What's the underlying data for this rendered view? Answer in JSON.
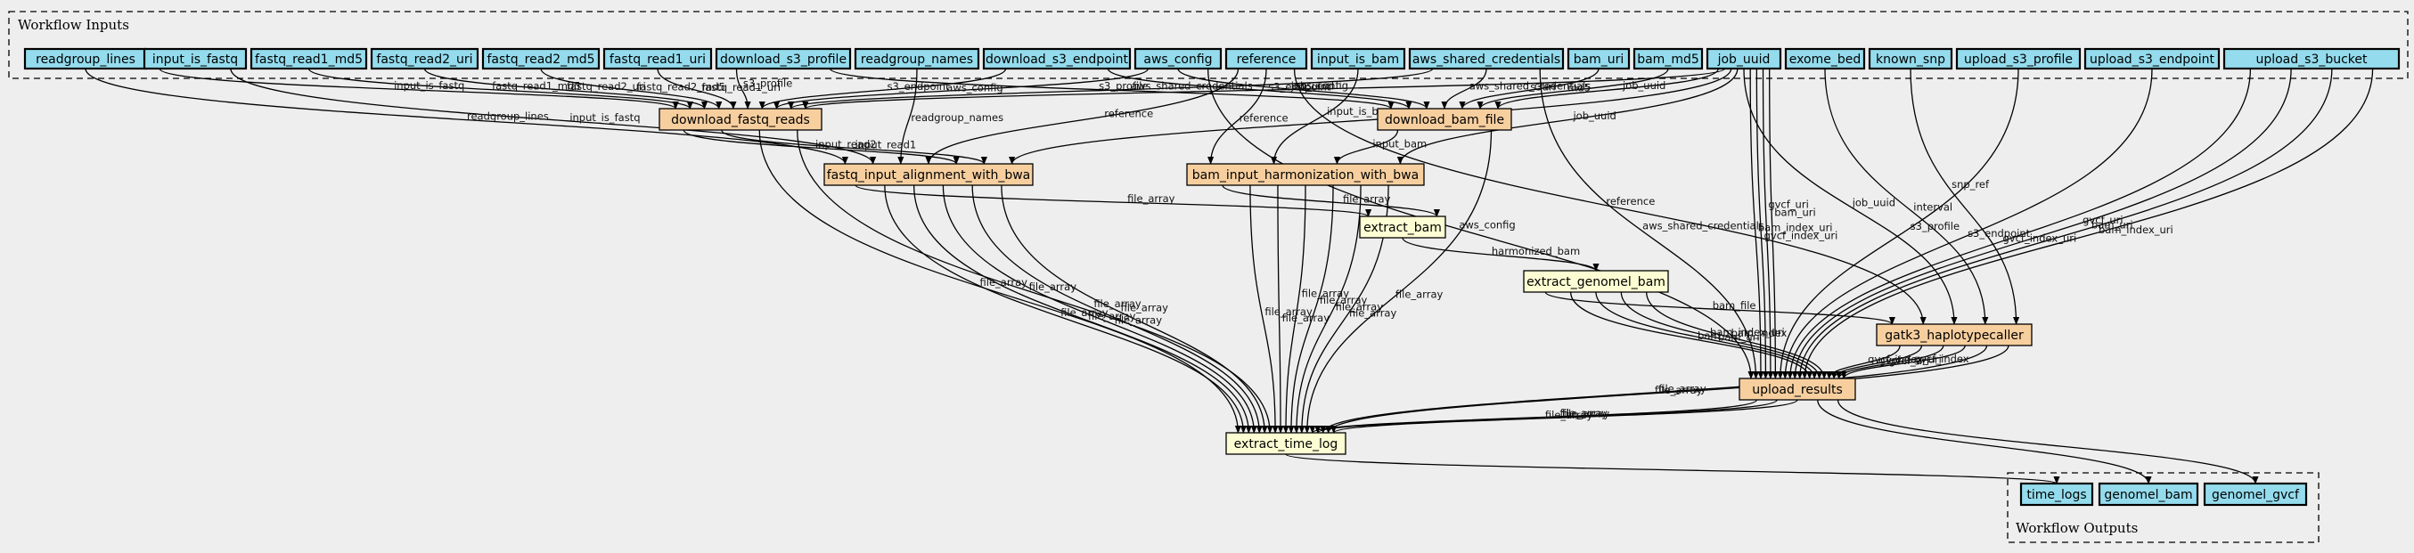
{
  "colors": {
    "background": "#eeeeee",
    "input": "#94dced",
    "step": "#f7cf9f",
    "tool": "#fdfdd3",
    "output": "#94dced"
  },
  "clusters": {
    "inputs": "Workflow Inputs",
    "outputs": "Workflow Outputs"
  },
  "nodes": [
    {
      "id": "readgroup_lines",
      "label": "readgroup_lines",
      "kind": "input"
    },
    {
      "id": "input_is_fastq",
      "label": "input_is_fastq",
      "kind": "input"
    },
    {
      "id": "fastq_read1_md5",
      "label": "fastq_read1_md5",
      "kind": "input"
    },
    {
      "id": "fastq_read2_uri",
      "label": "fastq_read2_uri",
      "kind": "input"
    },
    {
      "id": "fastq_read2_md5",
      "label": "fastq_read2_md5",
      "kind": "input"
    },
    {
      "id": "fastq_read1_uri",
      "label": "fastq_read1_uri",
      "kind": "input"
    },
    {
      "id": "download_s3_profile",
      "label": "download_s3_profile",
      "kind": "input"
    },
    {
      "id": "readgroup_names",
      "label": "readgroup_names",
      "kind": "input"
    },
    {
      "id": "download_s3_endpoint",
      "label": "download_s3_endpoint",
      "kind": "input"
    },
    {
      "id": "aws_config",
      "label": "aws_config",
      "kind": "input"
    },
    {
      "id": "reference",
      "label": "reference",
      "kind": "input"
    },
    {
      "id": "input_is_bam",
      "label": "input_is_bam",
      "kind": "input"
    },
    {
      "id": "aws_shared_credentials",
      "label": "aws_shared_credentials",
      "kind": "input"
    },
    {
      "id": "bam_uri",
      "label": "bam_uri",
      "kind": "input"
    },
    {
      "id": "bam_md5",
      "label": "bam_md5",
      "kind": "input"
    },
    {
      "id": "job_uuid",
      "label": "job_uuid",
      "kind": "input"
    },
    {
      "id": "exome_bed",
      "label": "exome_bed",
      "kind": "input"
    },
    {
      "id": "known_snp",
      "label": "known_snp",
      "kind": "input"
    },
    {
      "id": "upload_s3_profile",
      "label": "upload_s3_profile",
      "kind": "input"
    },
    {
      "id": "upload_s3_endpoint",
      "label": "upload_s3_endpoint",
      "kind": "input"
    },
    {
      "id": "upload_s3_bucket",
      "label": "upload_s3_bucket",
      "kind": "input"
    },
    {
      "id": "download_fastq_reads",
      "label": "download_fastq_reads",
      "kind": "step"
    },
    {
      "id": "download_bam_file",
      "label": "download_bam_file",
      "kind": "step"
    },
    {
      "id": "fastq_input_alignment_with_bwa",
      "label": "fastq_input_alignment_with_bwa",
      "kind": "step"
    },
    {
      "id": "bam_input_harmonization_with_bwa",
      "label": "bam_input_harmonization_with_bwa",
      "kind": "step"
    },
    {
      "id": "extract_bam",
      "label": "extract_bam",
      "kind": "tool"
    },
    {
      "id": "extract_genomel_bam",
      "label": "extract_genomel_bam",
      "kind": "tool"
    },
    {
      "id": "gatk3_haplotypecaller",
      "label": "gatk3_haplotypecaller",
      "kind": "step"
    },
    {
      "id": "upload_results",
      "label": "upload_results",
      "kind": "step"
    },
    {
      "id": "extract_time_log",
      "label": "extract_time_log",
      "kind": "tool"
    },
    {
      "id": "time_logs",
      "label": "time_logs",
      "kind": "output"
    },
    {
      "id": "genomel_bam",
      "label": "genomel_bam",
      "kind": "output"
    },
    {
      "id": "genomel_gvcf",
      "label": "genomel_gvcf",
      "kind": "output"
    }
  ],
  "edges": [
    {
      "from": "input_is_fastq",
      "to": "download_fastq_reads",
      "label": "input_is_fastq"
    },
    {
      "from": "fastq_read1_md5",
      "to": "download_fastq_reads",
      "label": "fastq_read1_md5"
    },
    {
      "from": "fastq_read2_uri",
      "to": "download_fastq_reads",
      "label": "fastq_read2_uri"
    },
    {
      "from": "fastq_read2_md5",
      "to": "download_fastq_reads",
      "label": "fastq_read2_md5"
    },
    {
      "from": "fastq_read1_uri",
      "to": "download_fastq_reads",
      "label": "fastq_read1_uri"
    },
    {
      "from": "download_s3_profile",
      "to": "download_fastq_reads",
      "label": "s3_profile"
    },
    {
      "from": "download_s3_profile",
      "to": "download_bam_file",
      "label": "s3_profile"
    },
    {
      "from": "download_s3_endpoint",
      "to": "download_fastq_reads",
      "label": "s3_endpoint"
    },
    {
      "from": "download_s3_endpoint",
      "to": "download_bam_file",
      "label": "s3_endpoint"
    },
    {
      "from": "aws_config",
      "to": "download_fastq_reads",
      "label": "aws_config"
    },
    {
      "from": "aws_config",
      "to": "download_bam_file",
      "label": "aws_config"
    },
    {
      "from": "aws_shared_credentials",
      "to": "download_fastq_reads",
      "label": "aws_shared_credentials"
    },
    {
      "from": "aws_shared_credentials",
      "to": "download_bam_file",
      "label": "aws_shared_credentials"
    },
    {
      "from": "bam_uri",
      "to": "download_bam_file",
      "label": "s3uri"
    },
    {
      "from": "bam_md5",
      "to": "download_bam_file",
      "label": "md5"
    },
    {
      "from": "job_uuid",
      "to": "download_bam_file",
      "label": "job_uuid"
    },
    {
      "from": "job_uuid",
      "to": "download_fastq_reads",
      "label": "job_uuid"
    },
    {
      "from": "readgroup_lines",
      "to": "fastq_input_alignment_with_bwa",
      "label": "readgroup_lines"
    },
    {
      "from": "input_is_fastq",
      "to": "fastq_input_alignment_with_bwa",
      "label": "input_is_fastq"
    },
    {
      "from": "readgroup_names",
      "to": "fastq_input_alignment_with_bwa",
      "label": "readgroup_names"
    },
    {
      "from": "reference",
      "to": "fastq_input_alignment_with_bwa",
      "label": "reference"
    },
    {
      "from": "download_fastq_reads",
      "to": "fastq_input_alignment_with_bwa",
      "label": "input_read2"
    },
    {
      "from": "download_fastq_reads",
      "to": "fastq_input_alignment_with_bwa",
      "label": "input_read1"
    },
    {
      "from": "job_uuid",
      "to": "fastq_input_alignment_with_bwa",
      "label": ""
    },
    {
      "from": "reference",
      "to": "bam_input_harmonization_with_bwa",
      "label": "reference"
    },
    {
      "from": "input_is_bam",
      "to": "bam_input_harmonization_with_bwa",
      "label": "input_is_bam"
    },
    {
      "from": "download_bam_file",
      "to": "bam_input_harmonization_with_bwa",
      "label": "input_bam"
    },
    {
      "from": "job_uuid",
      "to": "bam_input_harmonization_with_bwa",
      "label": "job_uuid"
    },
    {
      "from": "fastq_input_alignment_with_bwa",
      "to": "extract_bam",
      "label": "file_array"
    },
    {
      "from": "bam_input_harmonization_with_bwa",
      "to": "extract_bam",
      "label": "file_array"
    },
    {
      "from": "extract_bam",
      "to": "extract_genomel_bam",
      "label": "harmonized_bam"
    },
    {
      "from": "extract_genomel_bam",
      "to": "gatk3_haplotypecaller",
      "label": "bam_file"
    },
    {
      "from": "reference",
      "to": "gatk3_haplotypecaller",
      "label": "reference"
    },
    {
      "from": "job_uuid",
      "to": "gatk3_haplotypecaller",
      "label": "job_uuid"
    },
    {
      "from": "exome_bed",
      "to": "gatk3_haplotypecaller",
      "label": "interval"
    },
    {
      "from": "known_snp",
      "to": "gatk3_haplotypecaller",
      "label": "snp_ref"
    },
    {
      "from": "aws_config",
      "to": "upload_results",
      "label": "aws_config"
    },
    {
      "from": "aws_shared_credentials",
      "to": "upload_results",
      "label": "aws_shared_credentials"
    },
    {
      "from": "job_uuid",
      "to": "upload_results",
      "label": "bam_index_uri"
    },
    {
      "from": "job_uuid",
      "to": "upload_results",
      "label": "gvcf_index_uri"
    },
    {
      "from": "job_uuid",
      "to": "upload_results",
      "label": "gvcf_uri"
    },
    {
      "from": "job_uuid",
      "to": "upload_results",
      "label": "bam_uri"
    },
    {
      "from": "upload_s3_profile",
      "to": "upload_results",
      "label": "s3_profile"
    },
    {
      "from": "upload_s3_endpoint",
      "to": "upload_results",
      "label": "s3_endpoint"
    },
    {
      "from": "upload_s3_bucket",
      "to": "upload_results",
      "label": "gvcf_index_uri"
    },
    {
      "from": "upload_s3_bucket",
      "to": "upload_results",
      "label": "gvcf_uri"
    },
    {
      "from": "upload_s3_bucket",
      "to": "upload_results",
      "label": "bam_uri"
    },
    {
      "from": "upload_s3_bucket",
      "to": "upload_results",
      "label": "bam_index_uri"
    },
    {
      "from": "extract_genomel_bam",
      "to": "upload_results",
      "label": "bam"
    },
    {
      "from": "extract_genomel_bam",
      "to": "upload_results",
      "label": "bam_uri"
    },
    {
      "from": "extract_genomel_bam",
      "to": "upload_results",
      "label": "bam_index_uri"
    },
    {
      "from": "extract_genomel_bam",
      "to": "upload_results",
      "label": "bam_index"
    },
    {
      "from": "gatk3_haplotypecaller",
      "to": "upload_results",
      "label": "gvcf_index_uri"
    },
    {
      "from": "gatk3_haplotypecaller",
      "to": "upload_results",
      "label": "gvcf"
    },
    {
      "from": "gatk3_haplotypecaller",
      "to": "upload_results",
      "label": "gvcf_uri"
    },
    {
      "from": "gatk3_haplotypecaller",
      "to": "upload_results",
      "label": "gvcf_index"
    },
    {
      "from": "download_fastq_reads",
      "to": "extract_time_log",
      "label": "file_array"
    },
    {
      "from": "fastq_input_alignment_with_bwa",
      "to": "extract_time_log",
      "label": "file_array"
    },
    {
      "from": "fastq_input_alignment_with_bwa",
      "to": "extract_time_log",
      "label": "file_array"
    },
    {
      "from": "fastq_input_alignment_with_bwa",
      "to": "extract_time_log",
      "label": "file_array"
    },
    {
      "from": "fastq_input_alignment_with_bwa",
      "to": "extract_time_log",
      "label": "file_array"
    },
    {
      "from": "fastq_input_alignment_with_bwa",
      "to": "extract_time_log",
      "label": "file_array"
    },
    {
      "from": "download_fastq_reads",
      "to": "extract_time_log",
      "label": "file_array"
    },
    {
      "from": "bam_input_harmonization_with_bwa",
      "to": "extract_time_log",
      "label": "file_array"
    },
    {
      "from": "bam_input_harmonization_with_bwa",
      "to": "extract_time_log",
      "label": "file_array"
    },
    {
      "from": "bam_input_harmonization_with_bwa",
      "to": "extract_time_log",
      "label": "file_array"
    },
    {
      "from": "bam_input_harmonization_with_bwa",
      "to": "extract_time_log",
      "label": "file_array"
    },
    {
      "from": "bam_input_harmonization_with_bwa",
      "to": "extract_time_log",
      "label": "file_array"
    },
    {
      "from": "bam_input_harmonization_with_bwa",
      "to": "extract_time_log",
      "label": "file_array"
    },
    {
      "from": "download_bam_file",
      "to": "extract_time_log",
      "label": "file_array"
    },
    {
      "from": "upload_results",
      "to": "extract_time_log",
      "label": "file_array"
    },
    {
      "from": "upload_results",
      "to": "extract_time_log",
      "label": "file_array"
    },
    {
      "from": "gatk3_haplotypecaller",
      "to": "extract_time_log",
      "label": "file_array"
    },
    {
      "from": "gatk3_haplotypecaller",
      "to": "extract_time_log",
      "label": "file_array"
    },
    {
      "from": "upload_results",
      "to": "extract_time_log",
      "label": "file_array"
    },
    {
      "from": "extract_time_log",
      "to": "time_logs",
      "label": ""
    },
    {
      "from": "upload_results",
      "to": "genomel_bam",
      "label": ""
    },
    {
      "from": "upload_results",
      "to": "genomel_gvcf",
      "label": ""
    }
  ]
}
